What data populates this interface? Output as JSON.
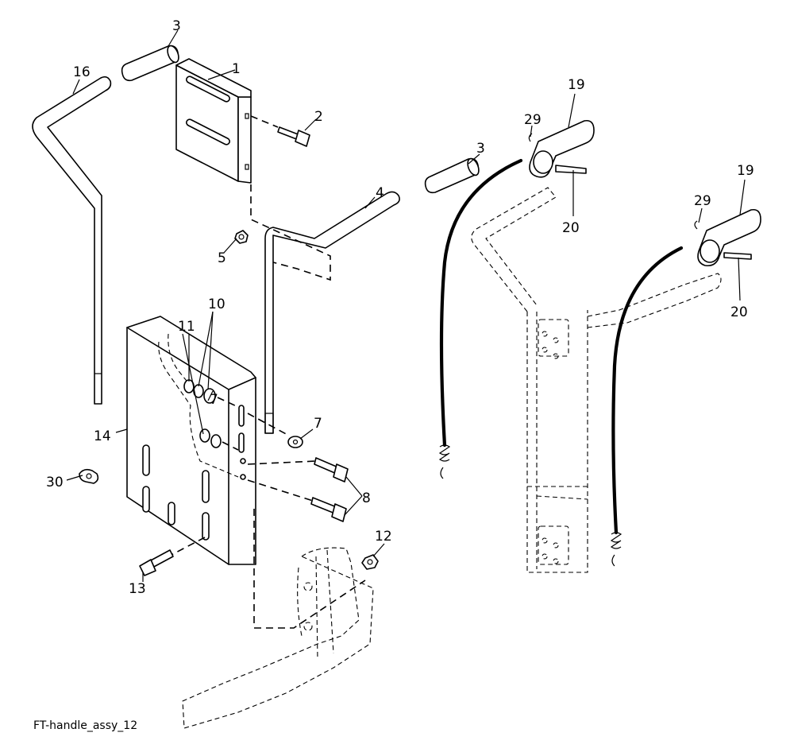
{
  "caption": "FT-handle_assy_12",
  "callouts": [
    "1",
    "2",
    "3",
    "3",
    "4",
    "5",
    "7",
    "7",
    "8",
    "10",
    "11",
    "12",
    "13",
    "14",
    "16",
    "19",
    "19",
    "20",
    "20",
    "29",
    "29",
    "30"
  ]
}
